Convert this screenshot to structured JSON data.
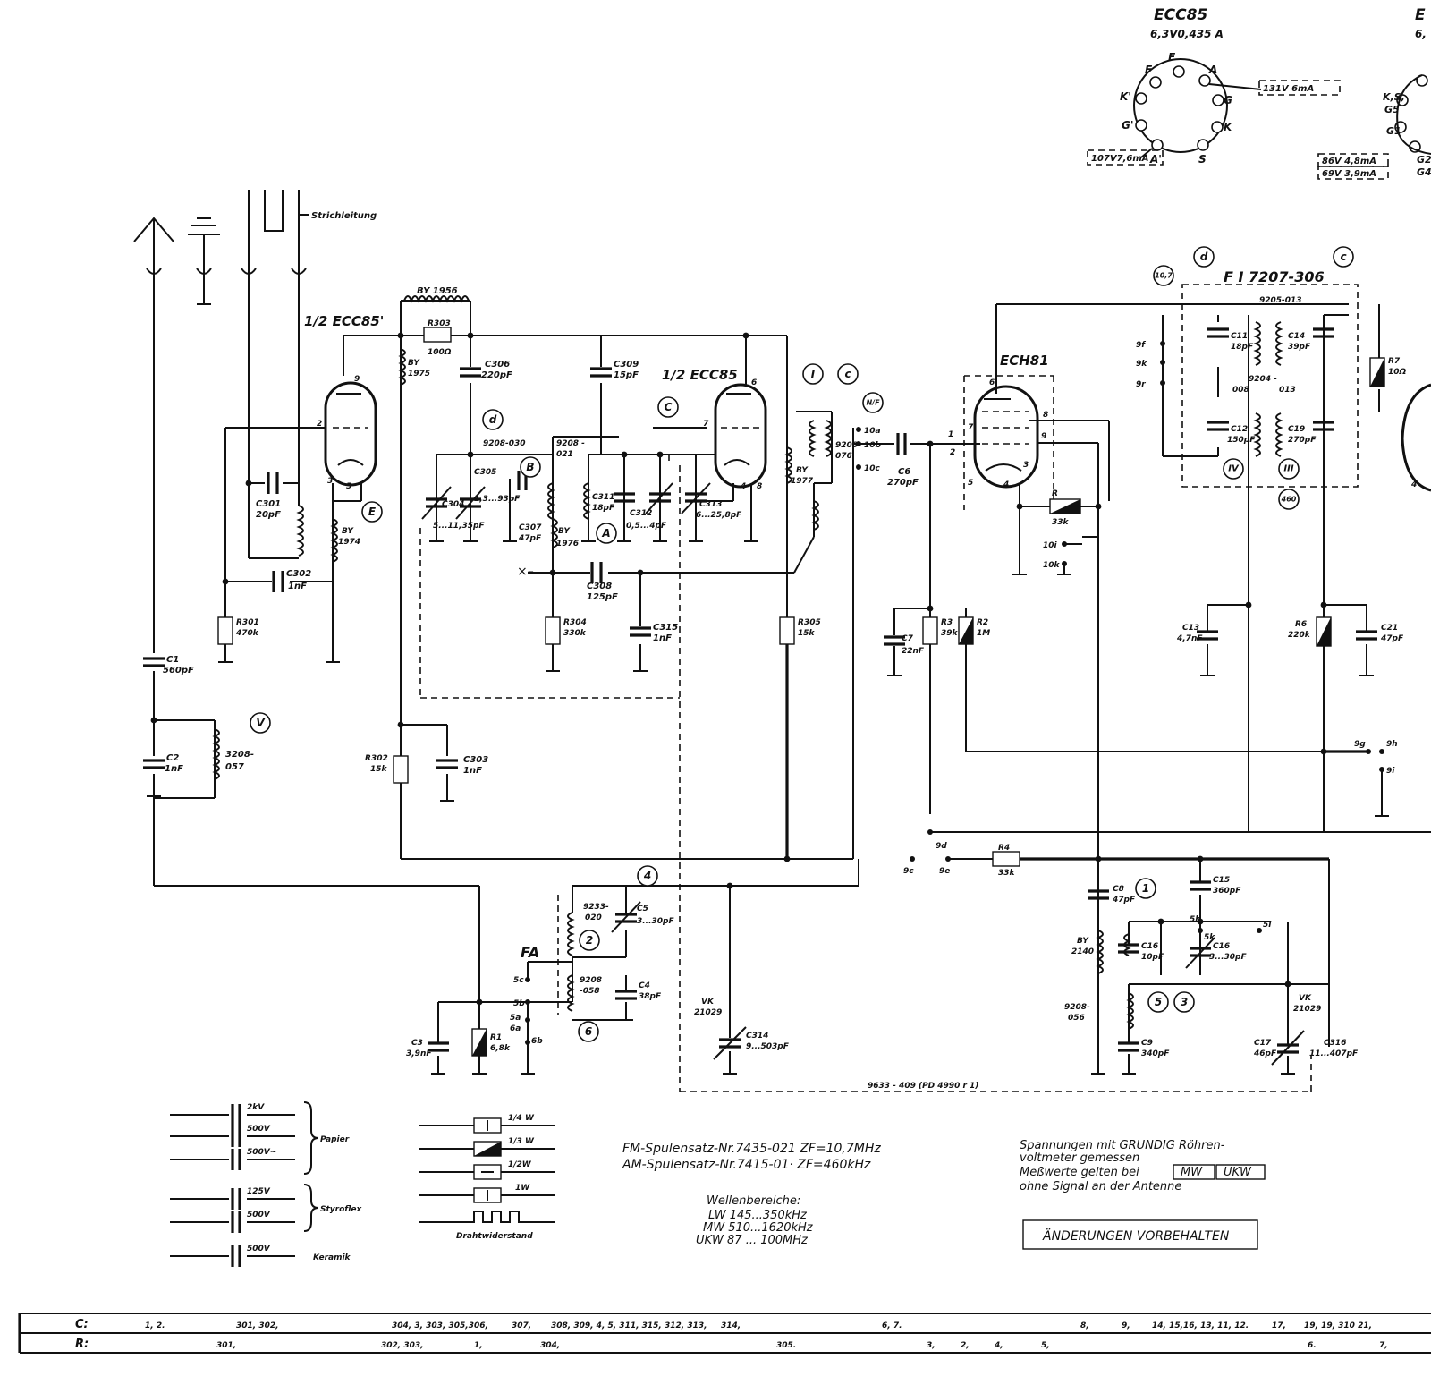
{
  "pinouts": [
    {
      "tube": "ECC85",
      "rating": "6,3V0,435 A",
      "pins": {
        "F": "F",
        "F2": "F",
        "K'": "K'",
        "G'": "G'",
        "A": "A",
        "G": "G",
        "K": "K",
        "S": "S",
        "A'": "A'"
      },
      "meas_right": "131V 6mA",
      "meas_left": "107V7,6mA"
    },
    {
      "tube": "E",
      "rating": "6,",
      "pins": {
        "a": "K,S,",
        "b": "G5",
        "c": "G1",
        "d": "G2",
        "e": "G4"
      },
      "meas_1": "86V 4,8mA",
      "meas_2": "69V 3,9mA"
    }
  ],
  "labels": {
    "strichleitung": "Strichleitung",
    "ecc85_half_1": "1/2 ECC85'",
    "ecc85_half_2": "1/2 ECC85",
    "ech81": "ECH81",
    "fi_set": "F I 7207-306",
    "fi_9205": "9205-013",
    "fi_9204a": "9204 -",
    "fi_9204b": "008",
    "fi_9204c": "013",
    "fa": "FA",
    "ferrite_code": "9633 - 409 (PD 4990 r 1)",
    "vk1": "VK",
    "vk1b": "21029",
    "vk2": "VK",
    "vk2b": "21029"
  },
  "components": {
    "by1956": "BY 1956",
    "r303": "R303",
    "r303v": "100Ω",
    "by1975a": "BY",
    "by1975b": "1975",
    "c306": "C306",
    "c306v": "220pF",
    "c301": "C301",
    "c301v": "20pF",
    "by1974a": "BY",
    "by1974b": "1974",
    "c302": "C302",
    "c302v": "1nF",
    "r301": "R301",
    "r301v": "470k",
    "c1": "C1",
    "c1v": "560pF",
    "c2": "C2",
    "c2v": "1nF",
    "c3208a": "3208-",
    "c3208b": "057",
    "r302": "R302",
    "r302v": "15k",
    "c303": "C303",
    "c303v": "1nF",
    "c9208a": "9208-030",
    "c304": "C304",
    "c304v": "5...11,35pF",
    "c305": "C305",
    "c305v": "1,3...93pF",
    "c307": "C307",
    "c307v": "47pF",
    "by1976a": "BY",
    "by1976b": "1976",
    "c308": "C308",
    "c308v": "125pF",
    "r304": "R304",
    "r304v": "330k",
    "c315": "C315",
    "c315v": "1nF",
    "c309": "C309",
    "c309v": "15pF",
    "s9208a": "9208 -",
    "s9208b": "021",
    "c311": "C311",
    "c311v": "18pF",
    "c312": "C312",
    "c312v": "0,5...4pF",
    "c313": "C313",
    "c313v": "6...25,8pF",
    "by1977a": "BY",
    "by1977b": "1977",
    "c9208c": "9208-",
    "c9208d": "076",
    "r305": "R305",
    "r305v": "15k",
    "c6": "C6",
    "c6v": "270pF",
    "c7": "C7",
    "c7v": "22nF",
    "r3": "R3",
    "r3v": "39k",
    "r2": "R2",
    "r2v": "1M",
    "r4": "R4",
    "r4v": "33k",
    "c11": "C11",
    "c11v": "18pF",
    "c14": "C14",
    "c14v": "39pF",
    "c12": "C12",
    "c12v": "150pF",
    "c19": "C19",
    "c19v": "270pF",
    "r7": "R7",
    "r7v": "10Ω",
    "c13": "C13",
    "c13v": "4,7nF",
    "r6": "R6",
    "r6v": "220k",
    "c21": "C21",
    "c21v": "47pF",
    "r_mid": "R",
    "r_midv": "33k",
    "c8": "C8",
    "c8v": "47pF",
    "c15": "C15",
    "c15v": "360pF",
    "by2140a": "BY",
    "by2140b": "2140",
    "c16": "C16",
    "c16v": "10pF",
    "c16b": "C16",
    "c16bv": "3...30pF",
    "s9208e": "9208-",
    "s9208f": "056",
    "c9": "C9",
    "c9v": "340pF",
    "c17": "C17",
    "c17v": "46pF",
    "c316": "C316",
    "c316v": "11...407pF",
    "s9233a": "9233-",
    "s9233b": "020",
    "c5": "C5",
    "c5v": "3...30pF",
    "s9208g": "9208",
    "s9208h": "-058",
    "c4": "C4",
    "c4v": "38pF",
    "c3": "C3",
    "c3v": "3,9nF",
    "r1": "R1",
    "r1v": "6,8k",
    "c314": "C314",
    "c314v": "9...503pF"
  },
  "markers": [
    "A",
    "B",
    "C",
    "D",
    "E",
    "V",
    "I",
    "c",
    "d",
    "IV",
    "III",
    "4",
    "2",
    "6",
    "1",
    "5",
    "3"
  ],
  "marker_values": {
    "m107": "10,7",
    "m460": "460",
    "mnf": "N/F"
  },
  "terminals": [
    "10a",
    "10b",
    "10c",
    "9f",
    "9k",
    "9r",
    "10i",
    "10k",
    "9g",
    "9h",
    "9i",
    "9d",
    "9c",
    "9e",
    "5h",
    "5i",
    "5k",
    "5c",
    "5b",
    "5a",
    "6a",
    "6b"
  ],
  "legend": {
    "caps": [
      {
        "v": "2kV",
        "t": "Papier"
      },
      {
        "v": "500V",
        "t": ""
      },
      {
        "v": "500V~",
        "t": ""
      },
      {
        "v": "125V",
        "t": "Styroflex"
      },
      {
        "v": "500V",
        "t": ""
      },
      {
        "v": "500V",
        "t": "Keramik"
      }
    ],
    "resistors": [
      "1/4 W",
      "1/3 W",
      "1/2W",
      "1W"
    ],
    "wire": "Drahtwiderstand",
    "fm": "FM-Spulensatz-Nr.7435-021   ZF=10,7MHz",
    "am": "AM-Spulensatz-Nr.7415-01·   ZF=460kHz",
    "bands_title": "Wellenbereiche:",
    "bands": [
      "LW  145...350kHz",
      "MW  510...1620kHz",
      "UKW  87 ... 100MHz"
    ],
    "note1": "Spannungen mit GRUNDIG Röhren-",
    "note2": "voltmeter gemessen",
    "note3": "Meßwerte gelten bei",
    "note_mw": "MW",
    "note_ukw": "UKW",
    "note4": "ohne Signal an der Antenne",
    "reserved": "ÄNDERUNGEN VORBEHALTEN"
  },
  "table": {
    "row_c_label": "C:",
    "row_r_label": "R:",
    "row_c": [
      "1, 2.",
      "301, 302,",
      "304,  3, 303, 305,306,",
      "307,",
      "308, 309, 4, 5, 311, 315, 312, 313,",
      "314,",
      "6, 7.",
      "8,",
      "9,",
      "14,  15,16, 13, 11, 12.",
      "17,",
      "19, 19, 310  21,"
    ],
    "row_r": [
      "301,",
      "302, 303,",
      "1,",
      "304,",
      "305.",
      "3,",
      "2,",
      "4,",
      "5,",
      "6.",
      "7,"
    ]
  }
}
